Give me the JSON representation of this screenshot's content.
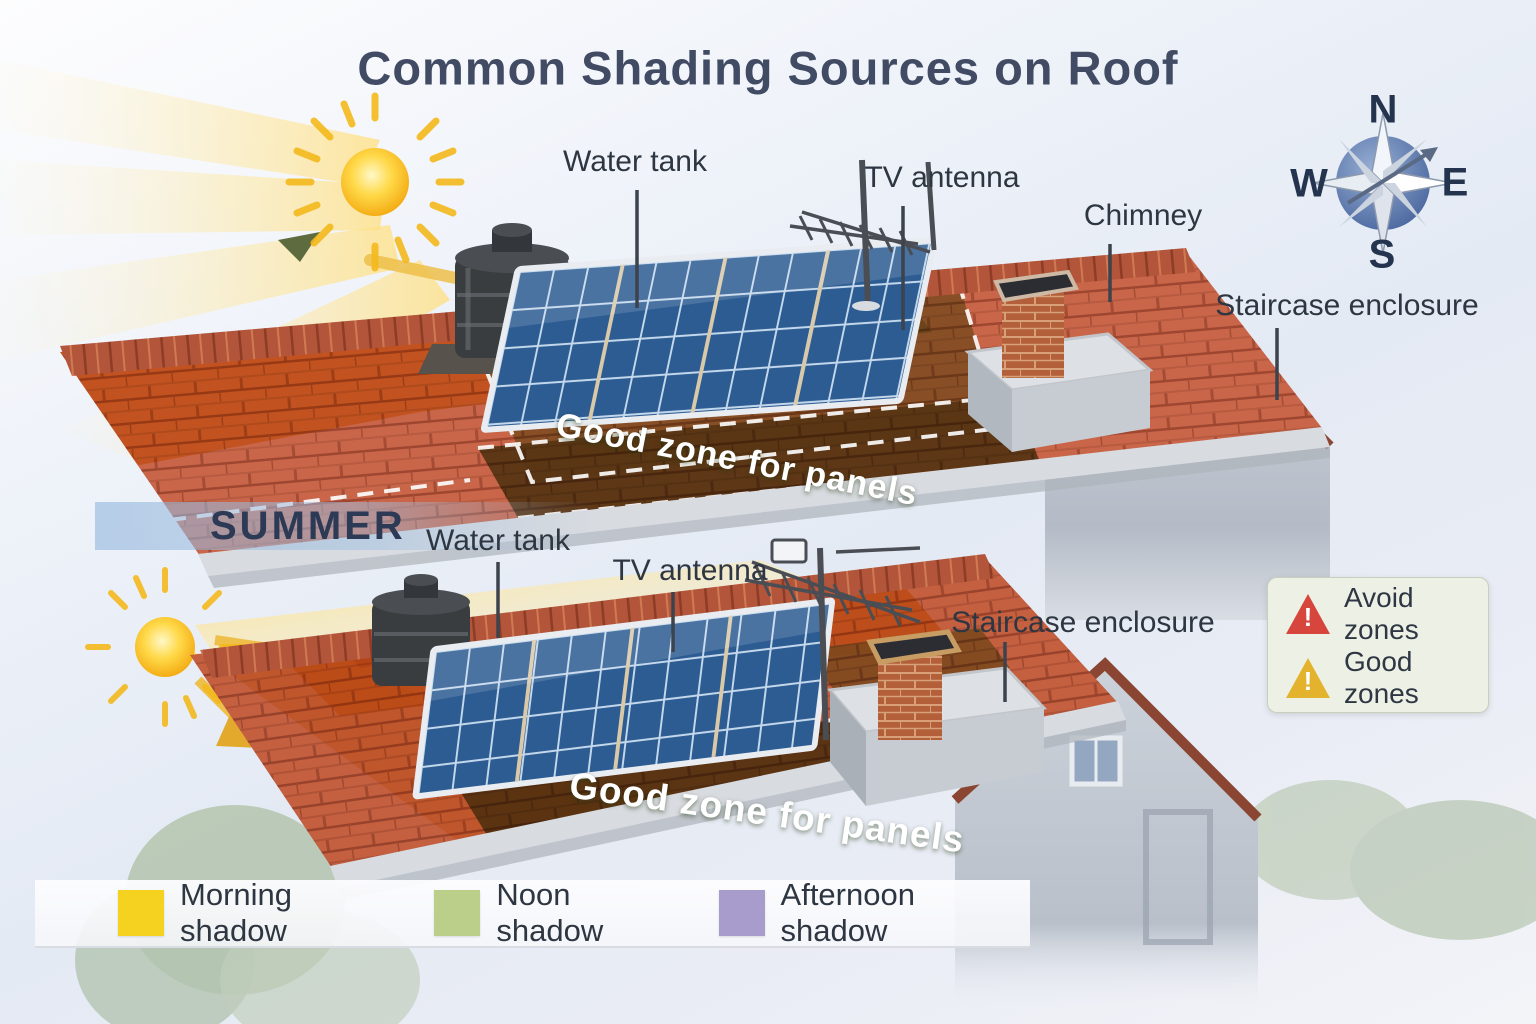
{
  "title": "Common Shading Sources on Roof",
  "compass": {
    "north": "N",
    "east": "E",
    "south": "S",
    "west": "W"
  },
  "season_label": "SUMMER",
  "diagram_top": {
    "labels": {
      "water_tank": "Water tank",
      "tv_antenna": "TV antenna",
      "chimney": "Chimney",
      "staircase_enclosure": "Staircase enclosure",
      "good_zone": "Good zone for panels"
    }
  },
  "diagram_bottom": {
    "labels": {
      "water_tank": "Water tank",
      "tv_antenna": "TV antenna",
      "staircase_enclosure": "Staircase enclosure",
      "good_zone": "Good zone for panels"
    }
  },
  "zone_legend": {
    "items": [
      {
        "label": "Avoid zones",
        "icon": "red-warning-triangle",
        "color": "#d6463c"
      },
      {
        "label": "Good zones",
        "icon": "yellow-warning-triangle",
        "color": "#e3b32e"
      }
    ]
  },
  "shadow_legend": {
    "items": [
      {
        "label": "Morning shadow",
        "color": "#f5d21f"
      },
      {
        "label": "Noon shadow",
        "color": "#bccf8a"
      },
      {
        "label": "Afternoon shadow",
        "color": "#a89ccc"
      }
    ]
  }
}
